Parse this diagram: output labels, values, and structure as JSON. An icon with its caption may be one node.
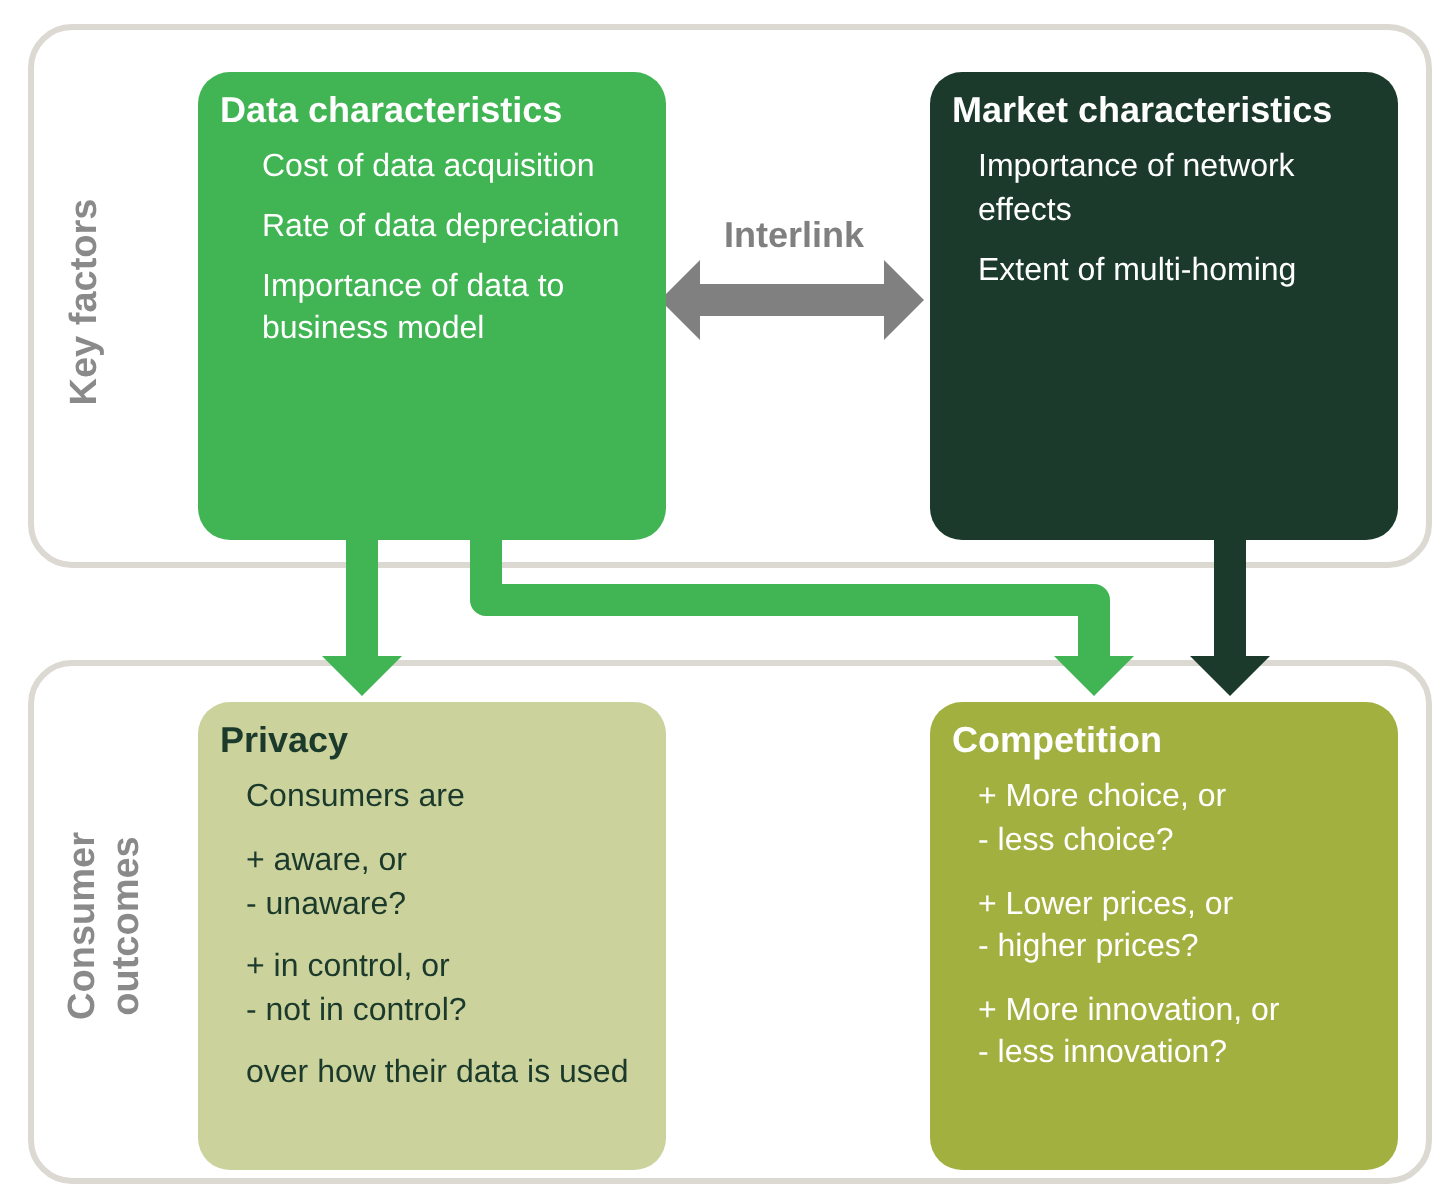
{
  "diagram": {
    "nodes": [
      {
        "text": [
          "Key factors"
        ]
      },
      {
        "text": [
          "Data characteristics",
          "Cost of data acquisition",
          "Rate of data depreciation",
          "Importance of data to business model"
        ],
        "in": 0
      },
      {
        "text": [
          "Market characteristics",
          "Importance of network effects",
          "Extent of multi-homing"
        ],
        "in": 0
      },
      {
        "text": [
          "Consumer outcomes"
        ]
      },
      {
        "text": [
          "Privacy",
          "Consumers are",
          "+ aware, or",
          "- unaware?",
          "+ in control, or",
          "- not in control?",
          "over how their data is used"
        ],
        "in": 3
      },
      {
        "text": [
          "Competition",
          "+ More choice, or",
          "- less choice?",
          "+ Lower prices, or",
          "- higher prices?",
          "+ More innovation, or",
          "- less innovation?"
        ],
        "in": 3
      }
    ],
    "edges": [
      {
        "from": 1,
        "to": 2,
        "arrow": "both",
        "label": "Interlink",
        "color": "#808080"
      },
      {
        "from": 1,
        "to": 4,
        "arrow": "to"
      },
      {
        "from": 1,
        "to": 5,
        "arrow": "to"
      },
      {
        "from": 2,
        "to": 5,
        "arrow": "to",
        "color": "#1b3a2b"
      }
    ]
  }
}
